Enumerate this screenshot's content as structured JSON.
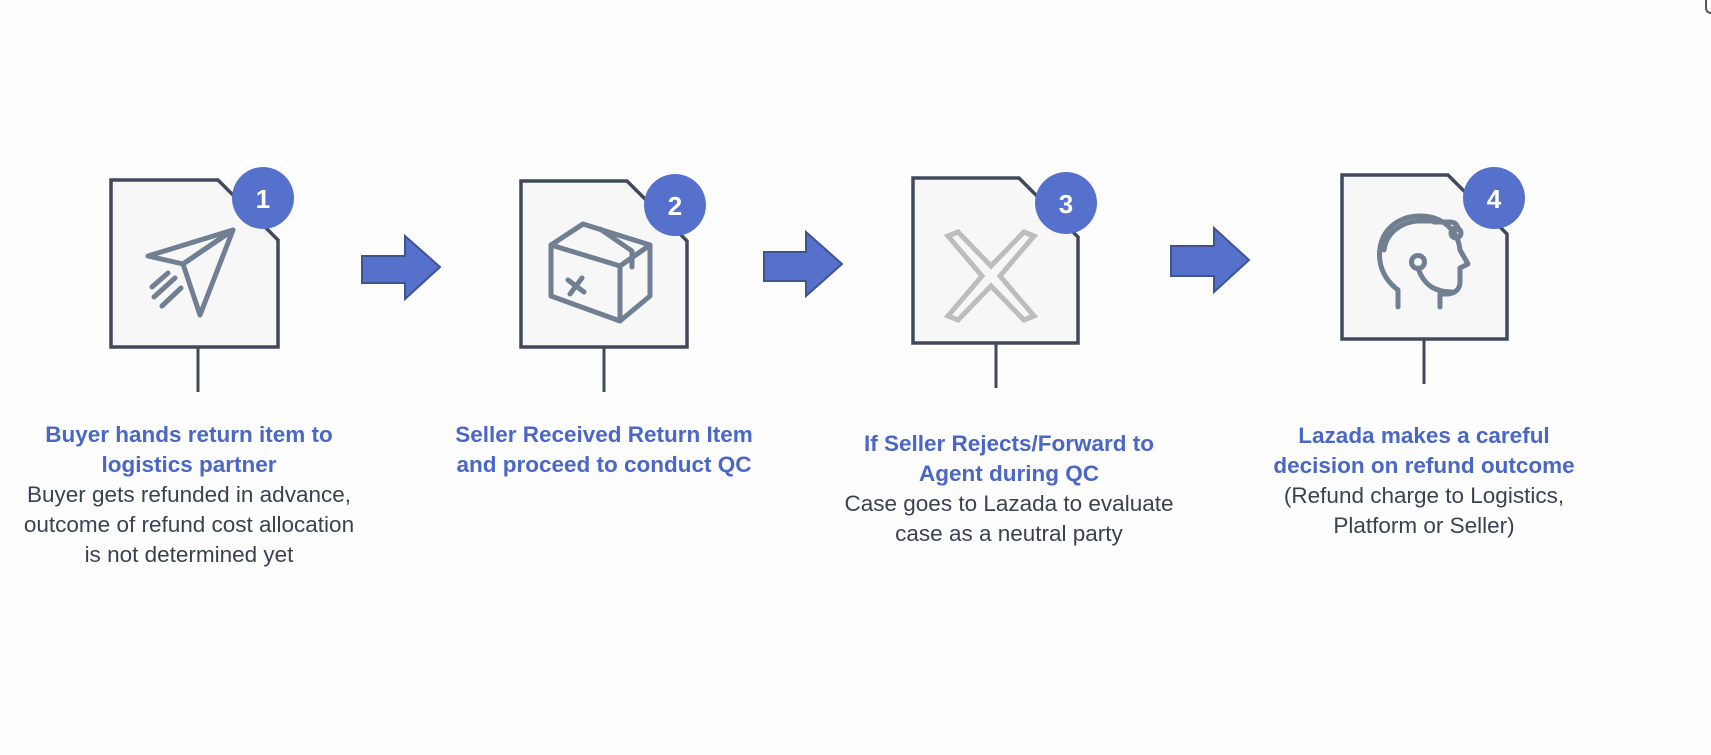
{
  "colors": {
    "accent": "#5571cb",
    "frame": "#414a5c",
    "icon": "#707f91",
    "cross": "#bdbdbd",
    "title_text": "#4a67c6",
    "body_text": "#3a4150"
  },
  "steps": [
    {
      "number": "1",
      "icon": "paper-plane-icon",
      "title": "Buyer hands return item to logistics partner",
      "description": "Buyer gets refunded in advance, outcome of refund cost allocation is not determined yet"
    },
    {
      "number": "2",
      "icon": "package-box-icon",
      "title": "Seller Received Return Item and proceed to conduct QC",
      "description": ""
    },
    {
      "number": "3",
      "icon": "cross-icon",
      "title": "If Seller Rejects/Forward to Agent during QC",
      "description": "Case goes to Lazada to evaluate case as a neutral party"
    },
    {
      "number": "4",
      "icon": "support-agent-icon",
      "title": "Lazada makes a careful decision on refund outcome",
      "description": " (Refund charge to Logistics, Platform or Seller)"
    }
  ],
  "connectors": [
    "arrow-right-icon",
    "arrow-right-icon",
    "arrow-right-icon"
  ]
}
